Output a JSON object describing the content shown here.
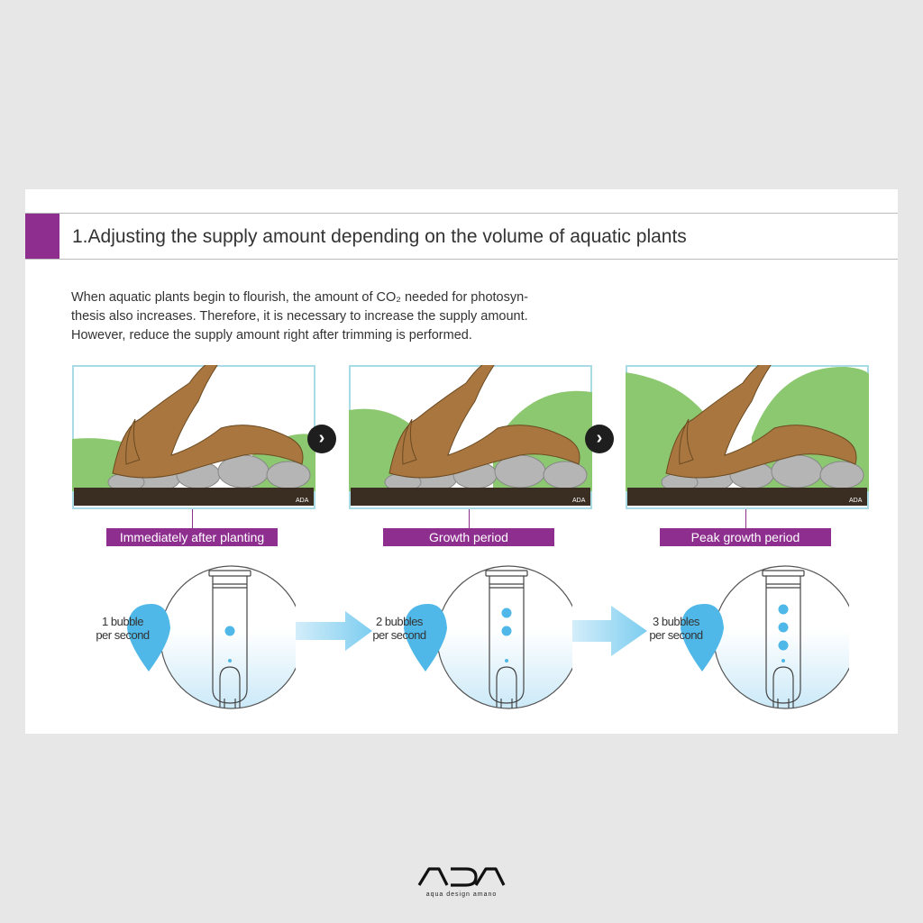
{
  "title": "1.Adjusting the supply amount depending on the volume of aquatic plants",
  "intro": [
    "When aquatic plants begin to flourish, the amount of CO₂ needed for photosyn-",
    "thesis also increases. Therefore, it is necessary to increase the supply amount.",
    "However, reduce the supply amount right after trimming is performed."
  ],
  "stages": [
    {
      "label": "Immediately after planting",
      "rate": [
        "1 bubble",
        "per second"
      ],
      "bubbles": 1
    },
    {
      "label": "Growth period",
      "rate": [
        "2 bubbles",
        "per second"
      ],
      "bubbles": 2
    },
    {
      "label": "Peak growth period",
      "rate": [
        "3 bubbles",
        "per second"
      ],
      "bubbles": 3
    }
  ],
  "next_icon": "›",
  "logo": {
    "mark": "ADA",
    "tagline": "aqua design amano"
  },
  "colors": {
    "accent": "#8e2e8f",
    "plant": "#8cc870",
    "wood": "#a8763e",
    "bubble": "#4fb8e8"
  }
}
